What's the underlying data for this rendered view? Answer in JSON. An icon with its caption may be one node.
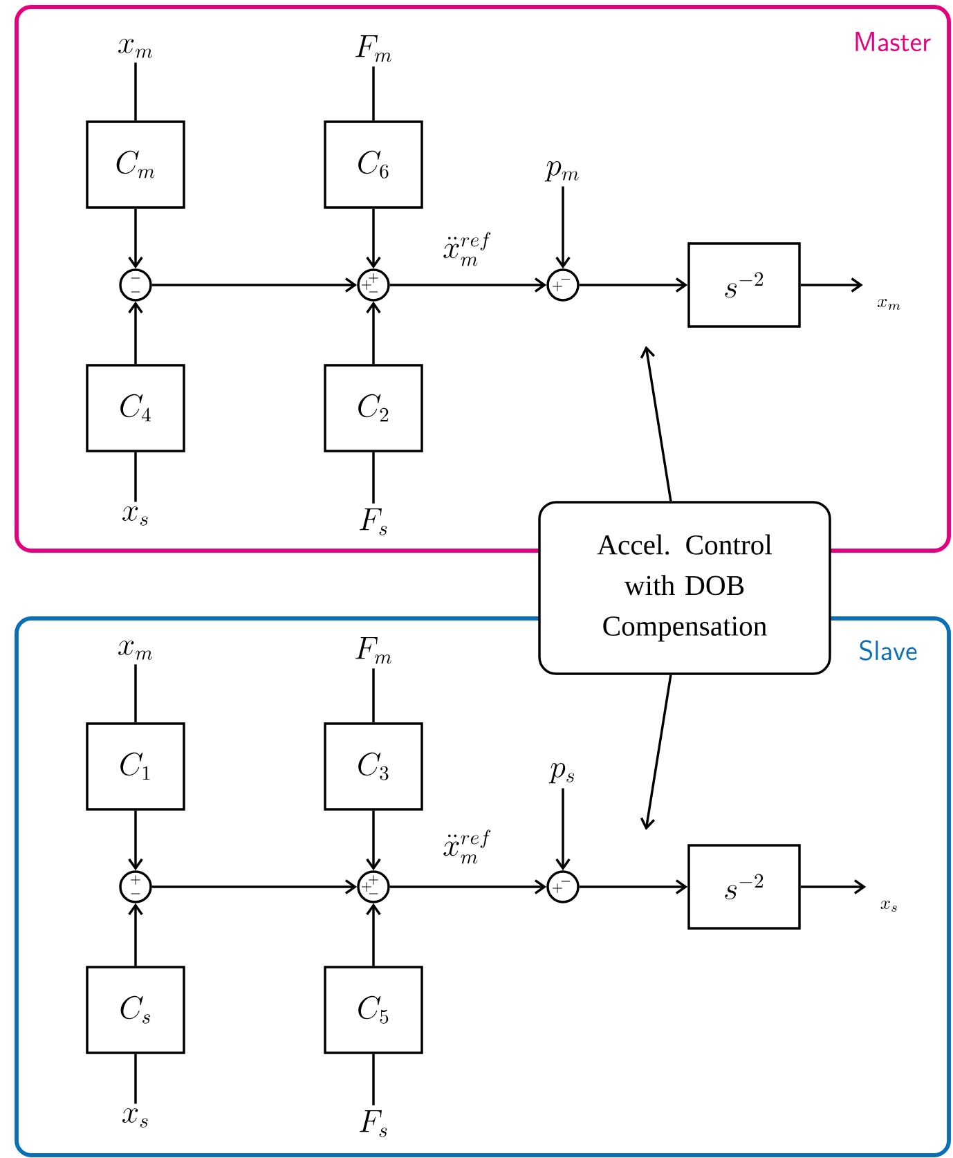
{
  "diagram": {
    "nodes": [
      {
        "text": [
          "Master"
        ]
      },
      {
        "text": [
          "x_m"
        ],
        "in": 0
      },
      {
        "text": [
          "F_m"
        ],
        "in": 0
      },
      {
        "text": [
          "C_m"
        ],
        "in": 0
      },
      {
        "text": [
          "C_6"
        ],
        "in": 0
      },
      {
        "text": [
          "p_m"
        ],
        "in": 0
      },
      {
        "text": [
          "-",
          "-"
        ],
        "in": 0
      },
      {
        "text": [
          "+",
          "+",
          "-"
        ],
        "in": 0
      },
      {
        "text": [
          "-",
          "+"
        ],
        "in": 0
      },
      {
        "text": [
          "s^{-2}"
        ],
        "in": 0
      },
      {
        "text": [
          "x_m"
        ],
        "in": 0
      },
      {
        "text": [
          "C_4"
        ],
        "in": 0
      },
      {
        "text": [
          "C_2"
        ],
        "in": 0
      },
      {
        "text": [
          "x_s"
        ],
        "in": 0
      },
      {
        "text": [
          "F_s"
        ],
        "in": 0
      },
      {
        "text": [
          "Slave"
        ]
      },
      {
        "text": [
          "x_m"
        ],
        "in": 15
      },
      {
        "text": [
          "F_m"
        ],
        "in": 15
      },
      {
        "text": [
          "C_1"
        ],
        "in": 15
      },
      {
        "text": [
          "C_3"
        ],
        "in": 15
      },
      {
        "text": [
          "p_s"
        ],
        "in": 15
      },
      {
        "text": [
          "+",
          "-"
        ],
        "in": 15
      },
      {
        "text": [
          "+",
          "+",
          "-"
        ],
        "in": 15
      },
      {
        "text": [
          "-",
          "+"
        ],
        "in": 15
      },
      {
        "text": [
          "s^{-2}"
        ],
        "in": 15
      },
      {
        "text": [
          "x_s"
        ],
        "in": 15
      },
      {
        "text": [
          "C_s"
        ],
        "in": 15
      },
      {
        "text": [
          "C_5"
        ],
        "in": 15
      },
      {
        "text": [
          "x_s"
        ],
        "in": 15
      },
      {
        "text": [
          "F_s"
        ],
        "in": 15
      },
      {
        "text": [
          "Accel. Control with DOB Compensation"
        ]
      }
    ],
    "edges": [
      {
        "from": 1,
        "to": 3,
        "arrow": "none"
      },
      {
        "from": 2,
        "to": 4,
        "arrow": "none"
      },
      {
        "from": 3,
        "to": 6,
        "arrow": "to"
      },
      {
        "from": 4,
        "to": 7,
        "arrow": "to"
      },
      {
        "from": 6,
        "to": 7,
        "arrow": "to"
      },
      {
        "from": 7,
        "to": 8,
        "arrow": "to",
        "label": "\\ddot{x}_m^{ref}"
      },
      {
        "from": 5,
        "to": 8,
        "arrow": "to"
      },
      {
        "from": 8,
        "to": 9,
        "arrow": "to"
      },
      {
        "from": 9,
        "to": 10,
        "arrow": "to"
      },
      {
        "from": 11,
        "to": 6,
        "arrow": "to"
      },
      {
        "from": 12,
        "to": 7,
        "arrow": "to"
      },
      {
        "from": 13,
        "to": 11,
        "arrow": "none"
      },
      {
        "from": 14,
        "to": 12,
        "arrow": "none"
      },
      {
        "from": 16,
        "to": 18,
        "arrow": "none"
      },
      {
        "from": 17,
        "to": 19,
        "arrow": "none"
      },
      {
        "from": 18,
        "to": 21,
        "arrow": "to"
      },
      {
        "from": 19,
        "to": 22,
        "arrow": "to"
      },
      {
        "from": 21,
        "to": 22,
        "arrow": "to"
      },
      {
        "from": 22,
        "to": 23,
        "arrow": "to",
        "label": "\\ddot{x}_m^{ref}"
      },
      {
        "from": 20,
        "to": 23,
        "arrow": "to"
      },
      {
        "from": 23,
        "to": 24,
        "arrow": "to"
      },
      {
        "from": 24,
        "to": 25,
        "arrow": "to"
      },
      {
        "from": 26,
        "to": 21,
        "arrow": "to"
      },
      {
        "from": 27,
        "to": 22,
        "arrow": "to"
      },
      {
        "from": 28,
        "to": 26,
        "arrow": "none"
      },
      {
        "from": 29,
        "to": 27,
        "arrow": "none"
      },
      {
        "from": 30,
        "to": null,
        "arrow": "to"
      },
      {
        "from": 30,
        "to": null,
        "arrow": "to"
      }
    ]
  }
}
